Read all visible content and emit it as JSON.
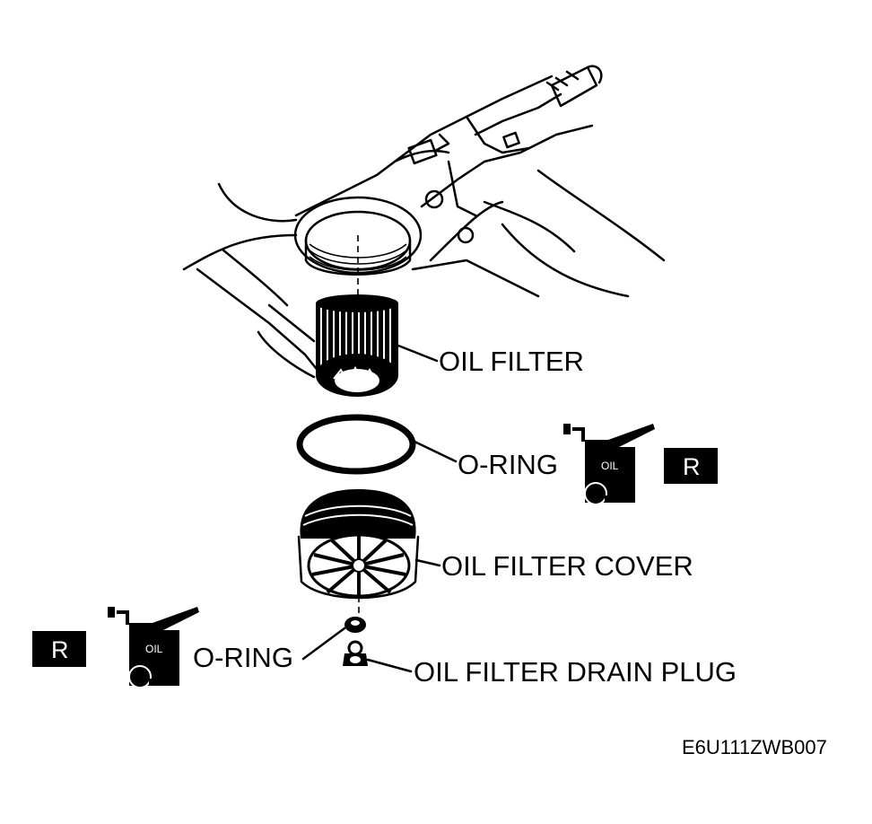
{
  "labels": {
    "oil_filter": "OIL FILTER",
    "o_ring_upper": "O-RING",
    "oil_filter_cover": "OIL FILTER COVER",
    "o_ring_lower": "O-RING",
    "drain_plug": "OIL FILTER DRAIN PLUG"
  },
  "symbols": {
    "oil_can_text": "OIL",
    "replace_text": "R"
  },
  "figure_code": "E6U111ZWB007",
  "icons": [
    "oil-can-icon",
    "replace-part-icon"
  ],
  "colors": {
    "line": "#000000",
    "background": "#ffffff"
  }
}
